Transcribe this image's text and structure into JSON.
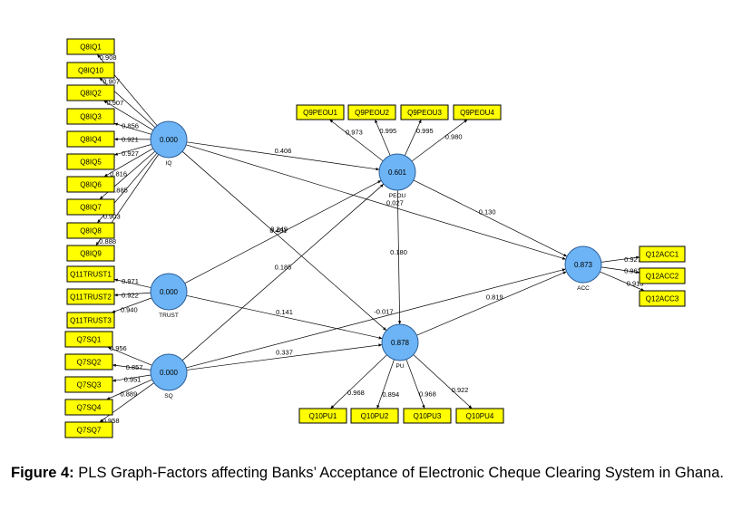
{
  "caption": {
    "label": "Figure 4:",
    "text": "PLS Graph-Factors affecting Banks’ Acceptance of Electronic Cheque Clearing System in Ghana."
  },
  "colors": {
    "indicator_fill": "#ffff00",
    "construct_fill": "#6cb4f5",
    "construct_stroke": "#2d5f99",
    "line": "#000000"
  },
  "constructs": [
    {
      "id": "IQ",
      "name": "IQ",
      "value": "0.000"
    },
    {
      "id": "TRUST",
      "name": "TRUST",
      "value": "0.000"
    },
    {
      "id": "SQ",
      "name": "SQ",
      "value": "0.000"
    },
    {
      "id": "PEOU",
      "name": "PEOU",
      "value": "0.601"
    },
    {
      "id": "PU",
      "name": "PU",
      "value": "0.878"
    },
    {
      "id": "ACC",
      "name": "ACC",
      "value": "0.873"
    }
  ],
  "indicators": [
    {
      "id": "Q8IQ1",
      "label": "Q8IQ1",
      "construct": "IQ",
      "loading": "0.908"
    },
    {
      "id": "Q8IQ10",
      "label": "Q8IQ10",
      "construct": "IQ",
      "loading": "0.907"
    },
    {
      "id": "Q8IQ2",
      "label": "Q8IQ2",
      "construct": "IQ",
      "loading": "0.907"
    },
    {
      "id": "Q8IQ3",
      "label": "Q8IQ3",
      "construct": "IQ",
      "loading": "0.856"
    },
    {
      "id": "Q8IQ4",
      "label": "Q8IQ4",
      "construct": "IQ",
      "loading": "0.921"
    },
    {
      "id": "Q8IQ5",
      "label": "Q8IQ5",
      "construct": "IQ",
      "loading": "0.927"
    },
    {
      "id": "Q8IQ6",
      "label": "Q8IQ6",
      "construct": "IQ",
      "loading": "0.816"
    },
    {
      "id": "Q8IQ7",
      "label": "Q8IQ7",
      "construct": "IQ",
      "loading": "0.885"
    },
    {
      "id": "Q8IQ8",
      "label": "Q8IQ8",
      "construct": "IQ",
      "loading": "0.903"
    },
    {
      "id": "Q8IQ9",
      "label": "Q8IQ9",
      "construct": "IQ",
      "loading": "0.888"
    },
    {
      "id": "Q11TRUST1",
      "label": "Q11TRUST1",
      "construct": "TRUST",
      "loading": "0.971"
    },
    {
      "id": "Q11TRUST2",
      "label": "Q11TRUST2",
      "construct": "TRUST",
      "loading": "0.922"
    },
    {
      "id": "Q11TRUST3",
      "label": "Q11TRUST3",
      "construct": "TRUST",
      "loading": "0.940"
    },
    {
      "id": "Q7SQ1",
      "label": "Q7SQ1",
      "construct": "SQ",
      "loading": "0.956"
    },
    {
      "id": "Q7SQ2",
      "label": "Q7SQ2",
      "construct": "SQ",
      "loading": "0.857"
    },
    {
      "id": "Q7SQ3",
      "label": "Q7SQ3",
      "construct": "SQ",
      "loading": "0.951"
    },
    {
      "id": "Q7SQ4",
      "label": "Q7SQ4",
      "construct": "SQ",
      "loading": "0.889"
    },
    {
      "id": "Q7SQ7",
      "label": "Q7SQ7",
      "construct": "SQ",
      "loading": "0.958"
    },
    {
      "id": "Q9PEOU1",
      "label": "Q9PEOU1",
      "construct": "PEOU",
      "loading": "0.973"
    },
    {
      "id": "Q9PEOU2",
      "label": "Q9PEOU2",
      "construct": "PEOU",
      "loading": "0.995"
    },
    {
      "id": "Q9PEOU3",
      "label": "Q9PEOU3",
      "construct": "PEOU",
      "loading": "0.995"
    },
    {
      "id": "Q9PEOU4",
      "label": "Q9PEOU4",
      "construct": "PEOU",
      "loading": "0.980"
    },
    {
      "id": "Q10PU1",
      "label": "Q10PU1",
      "construct": "PU",
      "loading": "0.968"
    },
    {
      "id": "Q10PU2",
      "label": "Q10PU2",
      "construct": "PU",
      "loading": "0.894"
    },
    {
      "id": "Q10PU3",
      "label": "Q10PU3",
      "construct": "PU",
      "loading": "0.968"
    },
    {
      "id": "Q10PU4",
      "label": "Q10PU4",
      "construct": "PU",
      "loading": "0.922"
    },
    {
      "id": "Q12ACC1",
      "label": "Q12ACC1",
      "construct": "ACC",
      "loading": "0.927"
    },
    {
      "id": "Q12ACC2",
      "label": "Q12ACC2",
      "construct": "ACC",
      "loading": "0.962"
    },
    {
      "id": "Q12ACC3",
      "label": "Q12ACC3",
      "construct": "ACC",
      "loading": "0.915"
    }
  ],
  "paths": [
    {
      "from": "IQ",
      "to": "PEOU",
      "coef": "0.406"
    },
    {
      "from": "IQ",
      "to": "ACC",
      "coef": "0.027"
    },
    {
      "from": "IQ",
      "to": "PU",
      "coef": "0.401"
    },
    {
      "from": "TRUST",
      "to": "PEOU",
      "coef": "0.249"
    },
    {
      "from": "TRUST",
      "to": "PU",
      "coef": "0.141"
    },
    {
      "from": "SQ",
      "to": "PEOU",
      "coef": "0.185"
    },
    {
      "from": "SQ",
      "to": "ACC",
      "coef": "-0.017"
    },
    {
      "from": "SQ",
      "to": "PU",
      "coef": "0.337"
    },
    {
      "from": "PEOU",
      "to": "PU",
      "coef": "0.180"
    },
    {
      "from": "PEOU",
      "to": "ACC",
      "coef": "0.130"
    },
    {
      "from": "PU",
      "to": "ACC",
      "coef": "0.819"
    }
  ]
}
